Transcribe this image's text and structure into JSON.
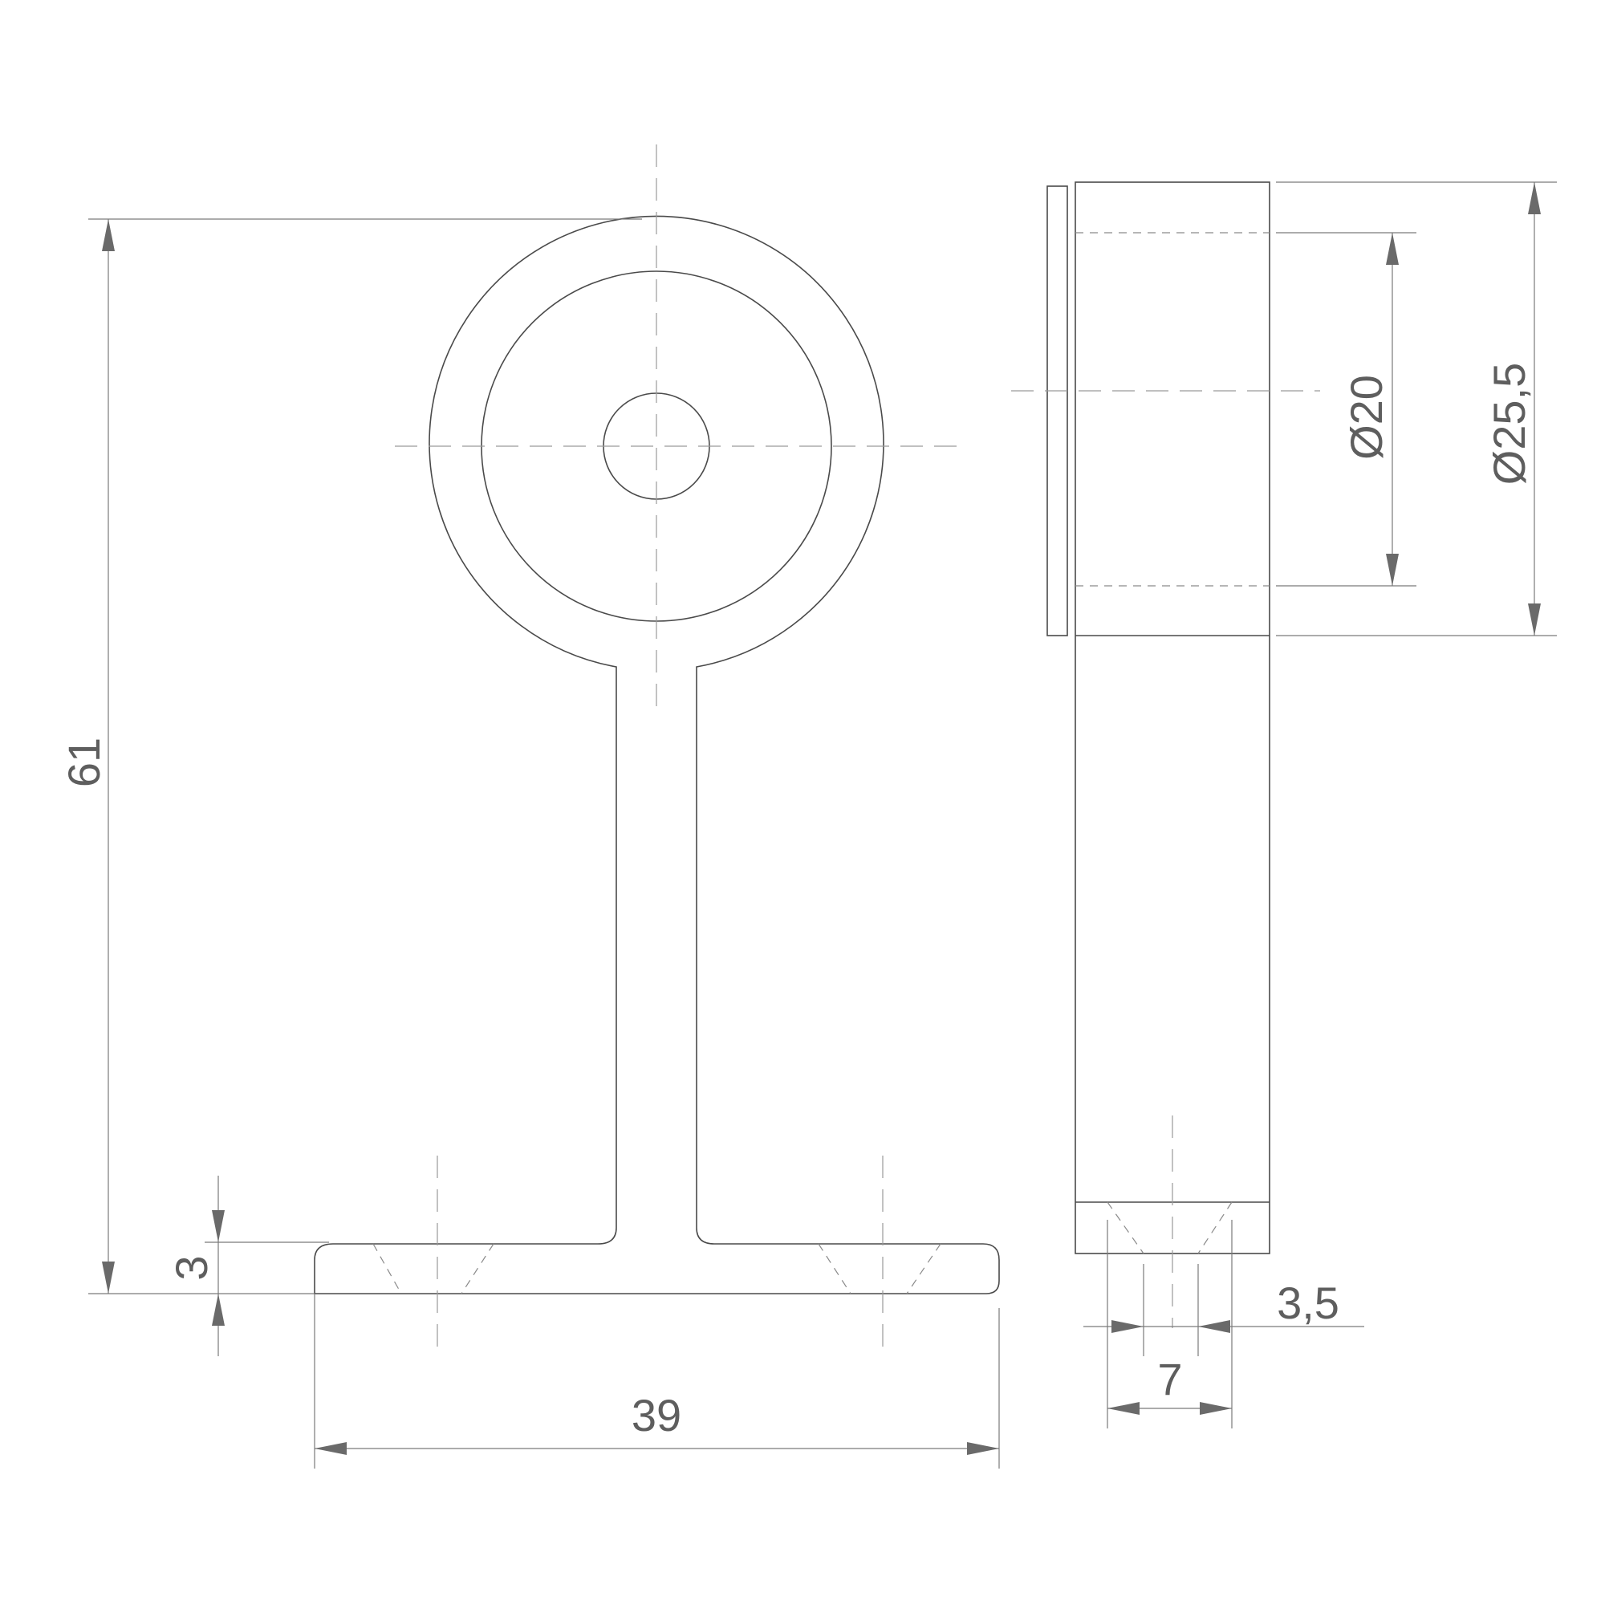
{
  "dimensions": {
    "height_total": "61",
    "base_thickness": "3",
    "base_width": "39",
    "inner_diameter": "Ø20",
    "outer_diameter": "Ø25,5",
    "slot_width": "7",
    "hole_diameter": "3,5"
  }
}
